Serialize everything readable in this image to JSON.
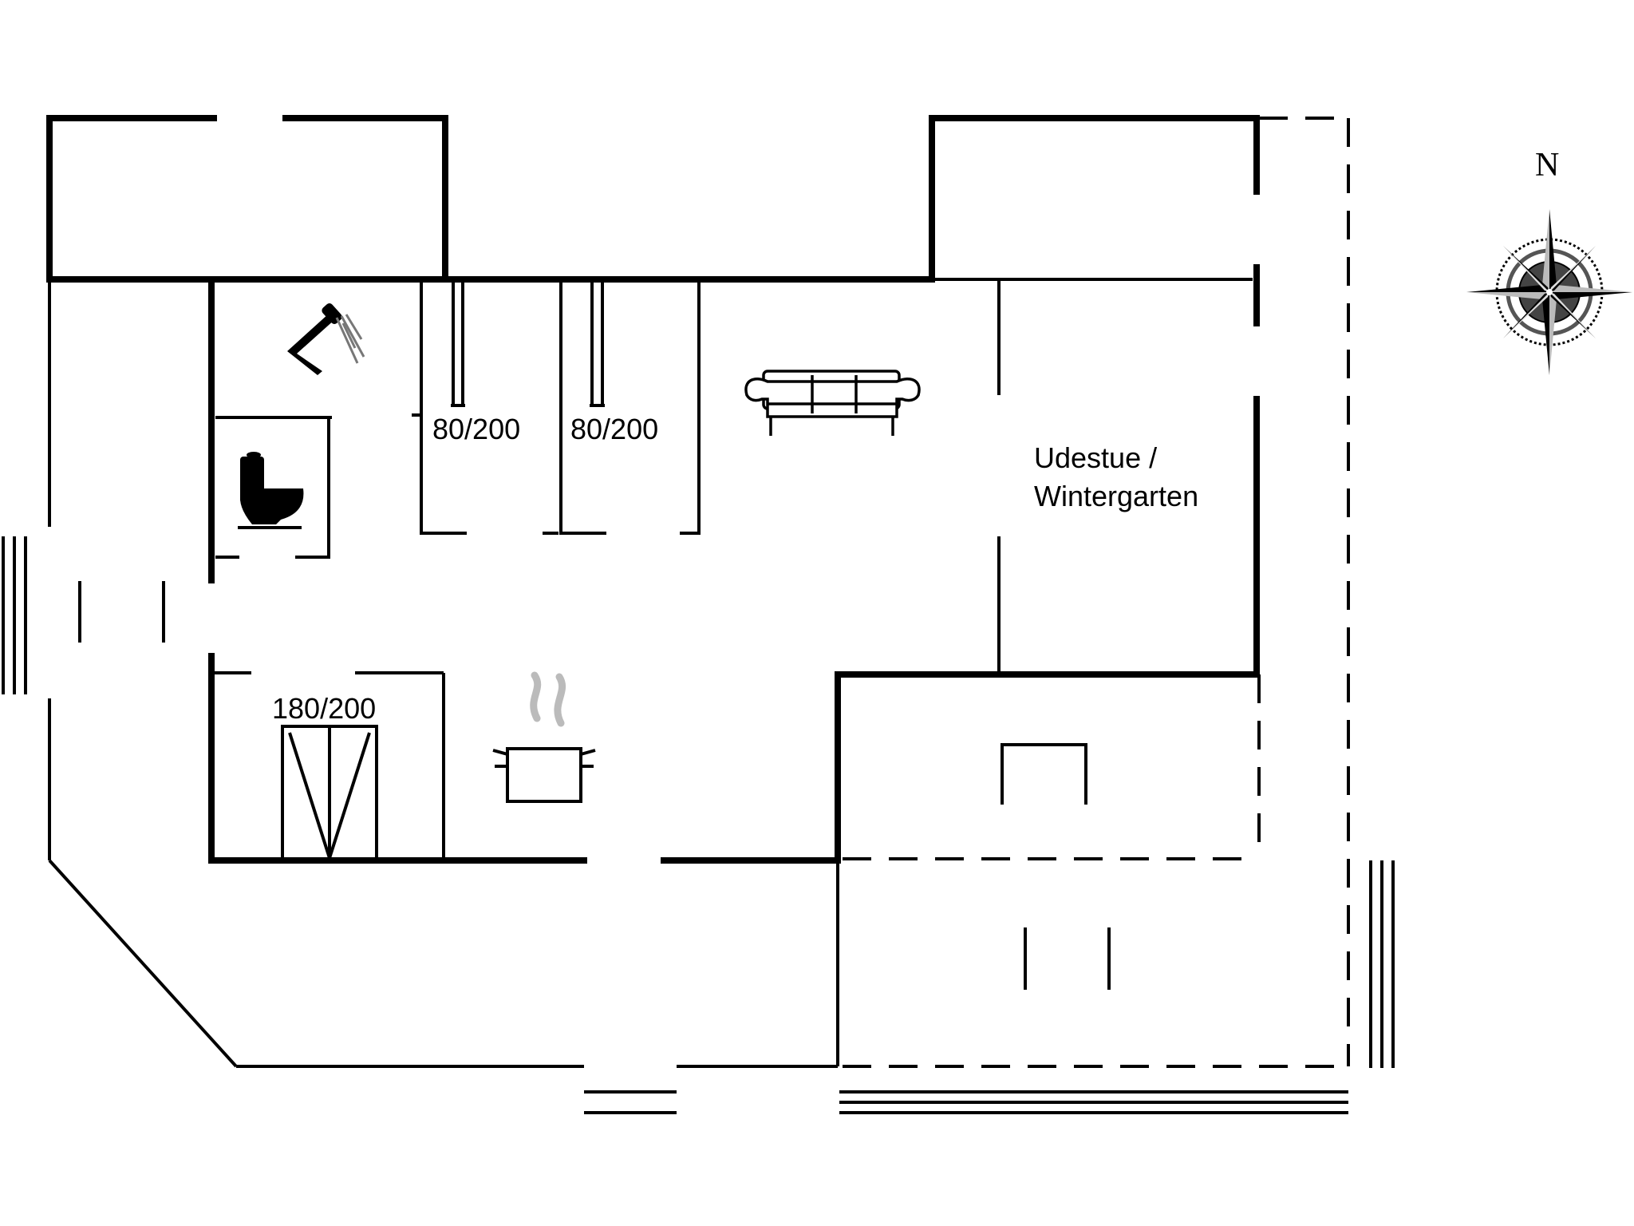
{
  "labels": {
    "bed_1": "80/200",
    "bed_2": "80/200",
    "bed_double": "180/200",
    "winter_garden_line1": "Udestue /",
    "winter_garden_line2": "Wintergarten"
  },
  "compass": {
    "north_label": "N"
  },
  "icons": [
    "shower-icon",
    "toilet-icon",
    "sofa-icon",
    "cooking-pot-icon",
    "compass-rose-icon"
  ]
}
